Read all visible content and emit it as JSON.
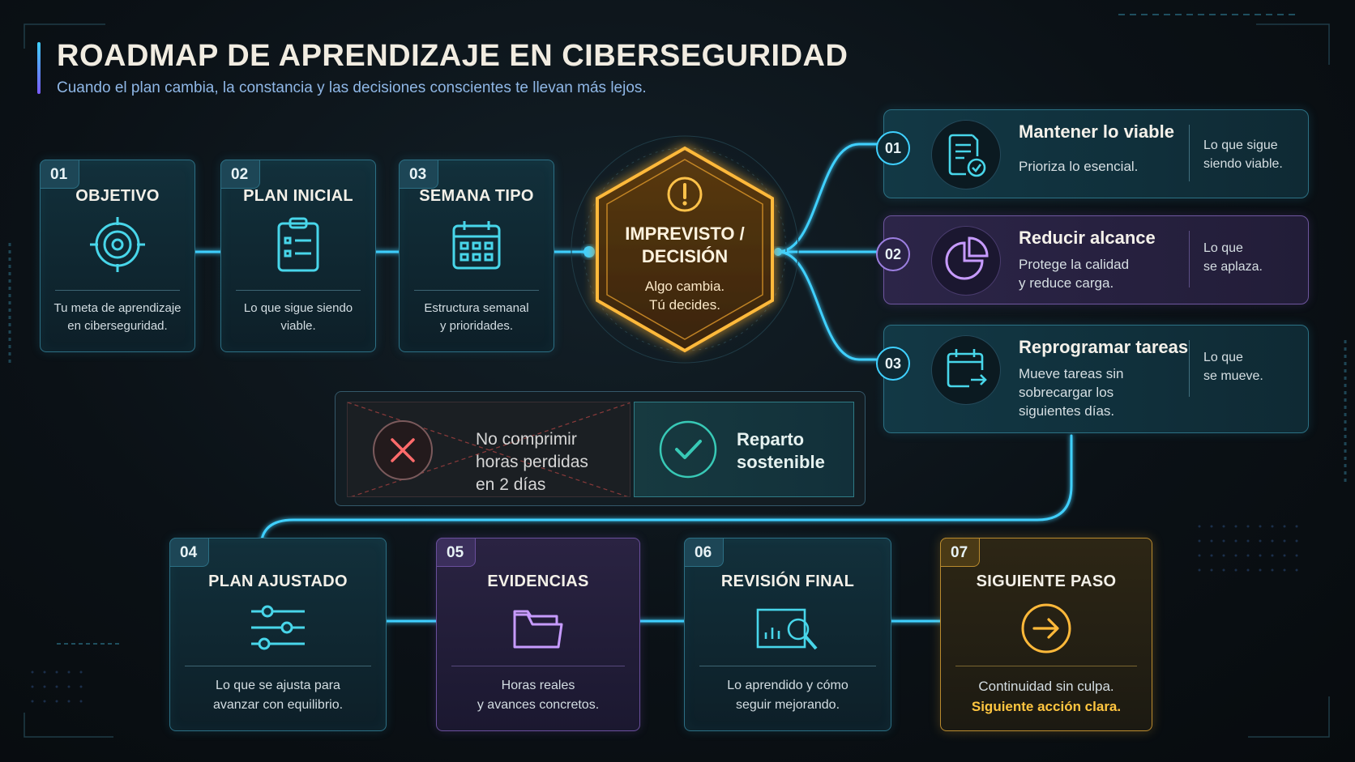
{
  "header": {
    "title": "ROADMAP DE APRENDIZAJE EN CIBERSEGURIDAD",
    "subtitle": "Cuando el plan cambia, la constancia y las decisiones conscientes te llevan más lejos."
  },
  "steps": [
    {
      "num": "01",
      "title": "OBJETIVO",
      "icon": "target-icon",
      "desc_lines": [
        "Tu meta de aprendizaje",
        "en ciberseguridad."
      ]
    },
    {
      "num": "02",
      "title": "PLAN INICIAL",
      "icon": "clipboard-list-icon",
      "desc_lines": [
        "Lo que sigue siendo",
        "viable."
      ]
    },
    {
      "num": "03",
      "title": "SEMANA TIPO",
      "icon": "calendar-icon",
      "desc_lines": [
        "Estructura semanal",
        "y prioridades."
      ]
    },
    {
      "num": "04",
      "title": "PLAN AJUSTADO",
      "icon": "sliders-icon",
      "desc_lines": [
        "Lo que se ajusta para",
        "avanzar con equilibrio."
      ]
    },
    {
      "num": "05",
      "title": "EVIDENCIAS",
      "icon": "folder-icon",
      "desc_lines": [
        "Horas reales",
        "y avances concretos."
      ]
    },
    {
      "num": "06",
      "title": "REVISIÓN FINAL",
      "icon": "chart-magnifier-icon",
      "desc_lines": [
        "Lo aprendido y cómo",
        "seguir mejorando."
      ]
    },
    {
      "num": "07",
      "title": "SIGUIENTE PASO",
      "icon": "arrow-right-circle-icon",
      "desc_lines": [
        "Continuidad sin culpa."
      ],
      "highlight": "Siguiente acción clara."
    }
  ],
  "decision": {
    "icon": "exclamation-icon",
    "title_lines": [
      "IMPREVISTO /",
      "DECISIÓN"
    ],
    "desc_lines": [
      "Algo cambia.",
      "Tú decides."
    ]
  },
  "options": [
    {
      "num": "01",
      "icon": "checklist-icon",
      "title": "Mantener lo viable",
      "desc_lines": [
        "Prioriza lo esencial."
      ],
      "side_lines": [
        "Lo que sigue",
        "siendo viable."
      ]
    },
    {
      "num": "02",
      "icon": "pie-chart-icon",
      "title": "Reducir alcance",
      "desc_lines": [
        "Protege la calidad",
        "y reduce carga."
      ],
      "side_lines": [
        "Lo que",
        "se aplaza."
      ]
    },
    {
      "num": "03",
      "icon": "calendar-move-icon",
      "title": "Reprogramar tareas",
      "desc_lines": [
        "Mueve tareas sin",
        "sobrecargar los",
        "siguientes días."
      ],
      "side_lines": [
        "Lo que",
        "se mueve."
      ]
    }
  ],
  "comparison": {
    "bad_icon": "x-circle-icon",
    "bad_lines": [
      "No comprimir",
      "horas perdidas",
      "en 2 días"
    ],
    "good_icon": "check-circle-icon",
    "good_lines": [
      "Reparto",
      "sostenible"
    ]
  },
  "colors": {
    "cyan": "#3fd0ff",
    "violet": "#9c7fe0",
    "gold": "#ffb93a",
    "danger": "#ff6b6b",
    "ok": "#38c9b6"
  }
}
